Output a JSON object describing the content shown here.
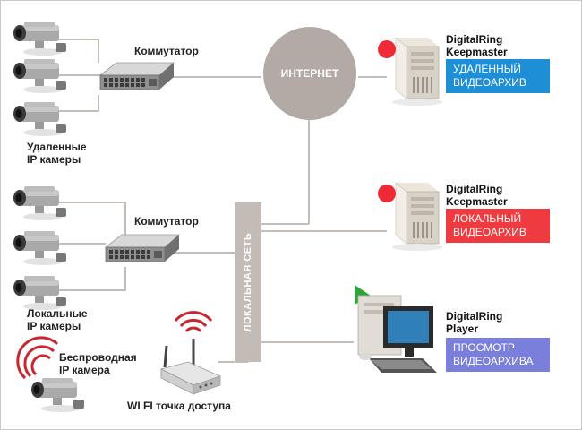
{
  "nodes": {
    "remote_switch": "Коммутатор",
    "local_switch": "Коммутатор",
    "internet": "ИНТЕРНЕТ",
    "lan": "ЛОКАЛЬНАЯ СЕТЬ",
    "remote_cameras": [
      "Удаленные",
      "IP камеры"
    ],
    "local_cameras": [
      "Локальные",
      "IP камеры"
    ],
    "wireless_camera": [
      "Беспроводная",
      "IP камера"
    ],
    "wifi_ap": "WI FI точка доступа"
  },
  "servers": [
    {
      "product": [
        "DigitalRing",
        "Keepmaster"
      ],
      "tag": [
        "УДАЛЕННЫЙ",
        "ВИДЕОАРХИВ"
      ],
      "tag_color": "#1e8fd6"
    },
    {
      "product": [
        "DigitalRing",
        "Keepmaster"
      ],
      "tag": [
        "ЛОКАЛЬНЫЙ",
        "ВИДЕОАРХИВ"
      ],
      "tag_color": "#ef3a3f"
    },
    {
      "product": [
        "DigitalRing",
        "Player"
      ],
      "tag": [
        "ПРОСМОТР",
        "ВИДЕОАРХИВА"
      ],
      "tag_color": "#7b7fdc"
    }
  ],
  "colors": {
    "lines": "#c4bcb6",
    "internet_cloud": "#b3aaa5",
    "lan_bar": "#c3bbb5",
    "status_dot": "#ee2a37",
    "player_flag": "#2ea53a"
  },
  "icons": [
    "ip-camera-icon",
    "network-switch-icon",
    "server-tower-icon",
    "workstation-icon",
    "wifi-router-icon",
    "wireless-signal-icon"
  ]
}
